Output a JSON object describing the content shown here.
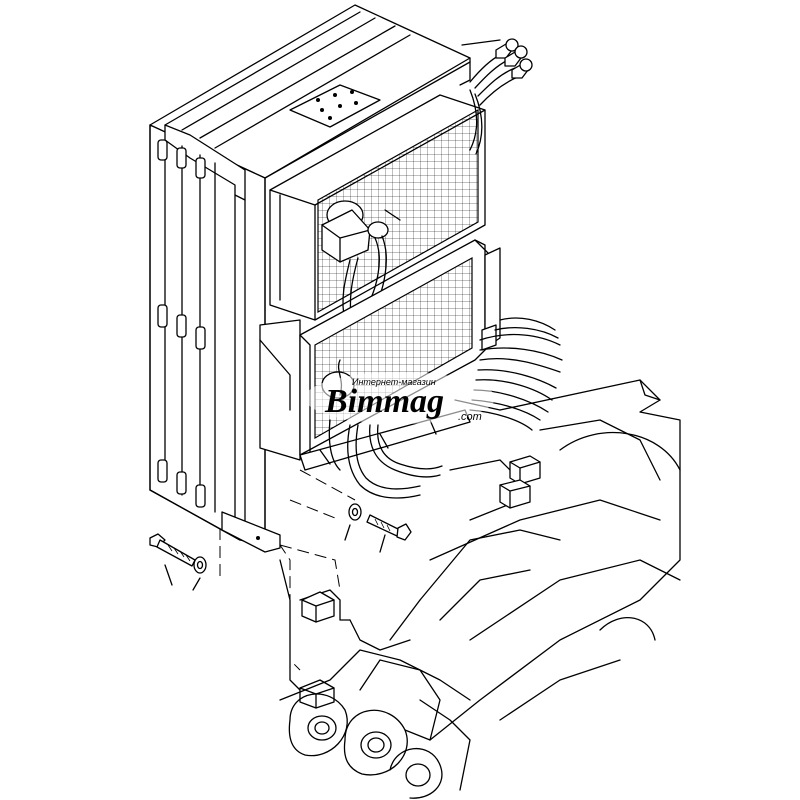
{
  "watermark": {
    "tagline": "Интернет-магазин",
    "brand": "Bimmag",
    "domain": ".com"
  }
}
